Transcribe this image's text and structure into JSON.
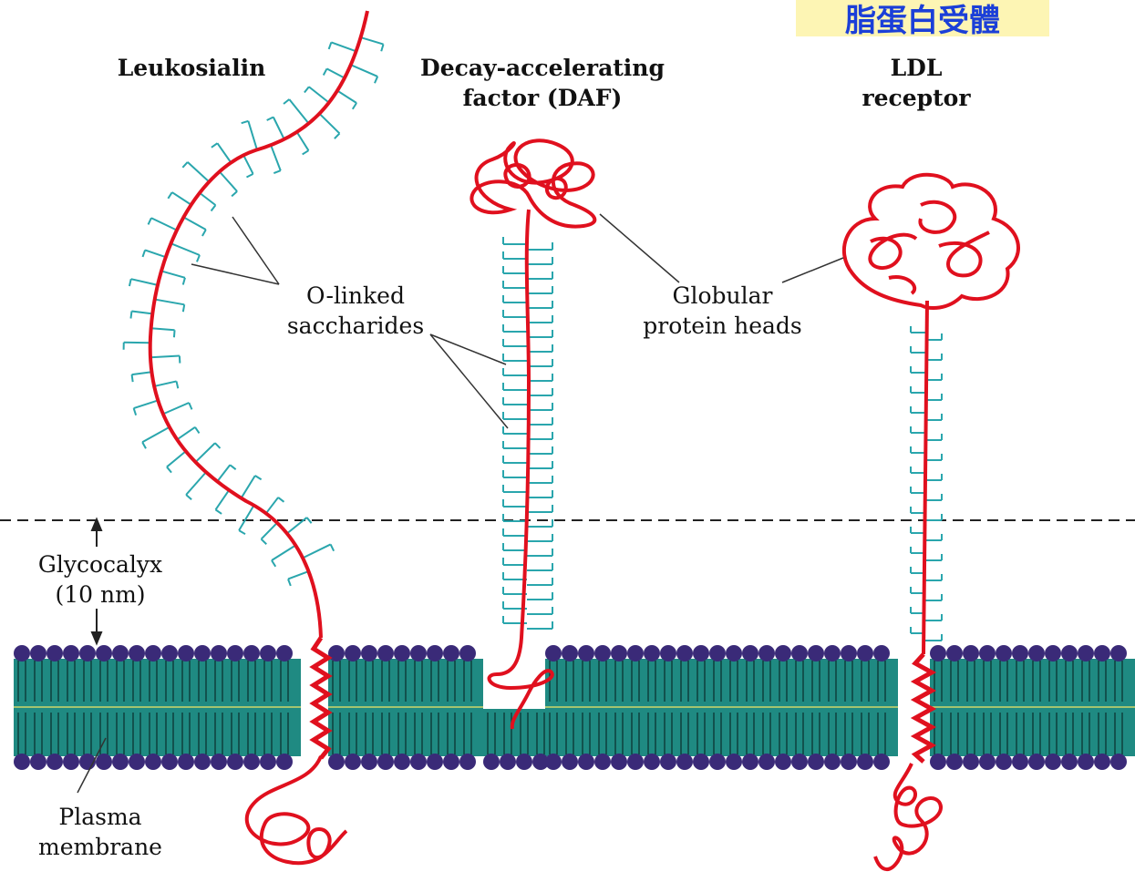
{
  "title": "脂蛋白受體",
  "labels": {
    "leukosialin": "Leukosialin",
    "daf_line1": "Decay-accelerating",
    "daf_line2": "factor (DAF)",
    "ldl_line1": "LDL",
    "ldl_line2": "receptor",
    "olinked_line1": "O-linked",
    "olinked_line2": "saccharides",
    "globular_line1": "Globular",
    "globular_line2": "protein heads",
    "glyco_line1": "Glycocalyx",
    "glyco_line2": "(10 nm)",
    "plasma_line1": "Plasma",
    "plasma_line2": "membrane"
  },
  "colors": {
    "protein": "#e0101e",
    "saccharide": "#2aa6ad",
    "lipid_head": "#3a2a78",
    "lipid_tail": "#1f8a82",
    "title_bg": "#fdf5b4",
    "title_text": "#1b3fd8"
  }
}
